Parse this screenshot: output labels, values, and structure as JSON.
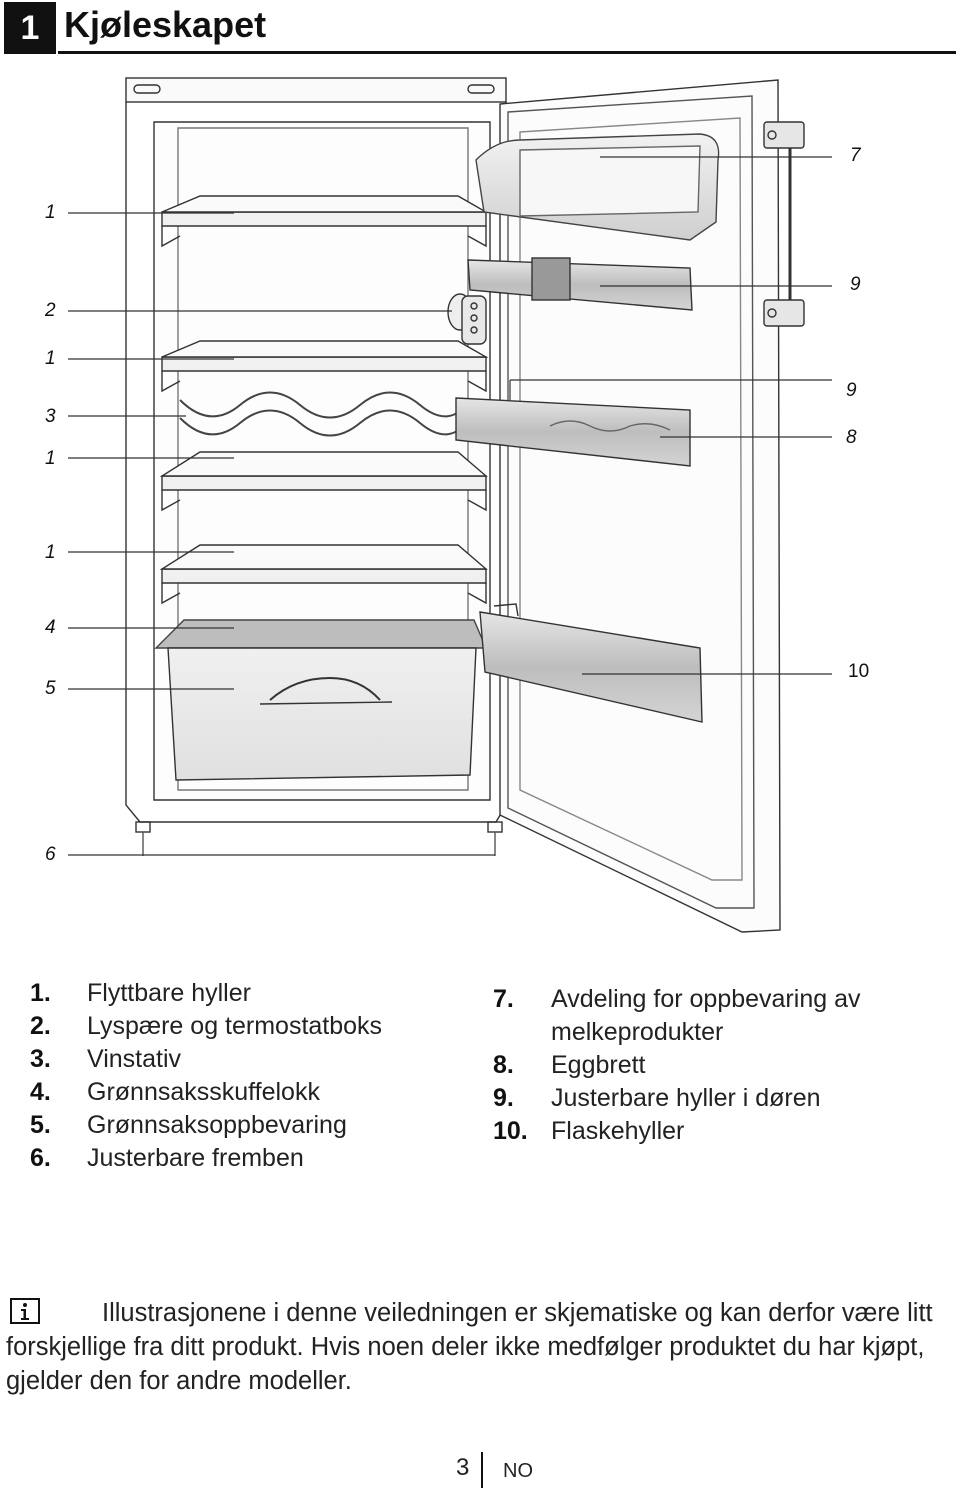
{
  "header": {
    "section_number": "1",
    "title": "Kjøleskapet"
  },
  "figure": {
    "callouts": [
      {
        "id": "c1a",
        "text": "1"
      },
      {
        "id": "c2",
        "text": "2"
      },
      {
        "id": "c1b",
        "text": "1"
      },
      {
        "id": "c3",
        "text": "3"
      },
      {
        "id": "c1c",
        "text": "1"
      },
      {
        "id": "c1d",
        "text": "1"
      },
      {
        "id": "c4",
        "text": "4"
      },
      {
        "id": "c5",
        "text": "5"
      },
      {
        "id": "c6",
        "text": "6"
      },
      {
        "id": "c7",
        "text": "7"
      },
      {
        "id": "c9a",
        "text": "9"
      },
      {
        "id": "c9b",
        "text": "9"
      },
      {
        "id": "c8",
        "text": "8"
      },
      {
        "id": "c10",
        "text": "10"
      }
    ]
  },
  "legend": {
    "left": [
      {
        "num": "1.",
        "label": "Flyttbare hyller"
      },
      {
        "num": "2.",
        "label": "Lyspære og termostatboks"
      },
      {
        "num": "3.",
        "label": "Vinstativ"
      },
      {
        "num": "4.",
        "label": "Grønnsaksskuffelokk"
      },
      {
        "num": "5.",
        "label": "Grønnsaksoppbevaring"
      },
      {
        "num": "6.",
        "label": "Justerbare fremben"
      }
    ],
    "right": [
      {
        "num": "7.",
        "label": "Avdeling for oppbevaring av melkeprodukter"
      },
      {
        "num": "8.",
        "label": "Eggbrett"
      },
      {
        "num": "9.",
        "label": "Justerbare hyller i døren"
      },
      {
        "num": "10.",
        "label": "Flaskehyller"
      }
    ]
  },
  "note": {
    "icon": "info-icon",
    "text": "Illustrasjonene i denne veiledningen er skjematiske og kan derfor være litt forskjellige fra ditt produkt. Hvis noen deler ikke medfølger produktet du har kjøpt, gjelder den for andre modeller."
  },
  "footer": {
    "page_number": "3",
    "language": "NO"
  }
}
